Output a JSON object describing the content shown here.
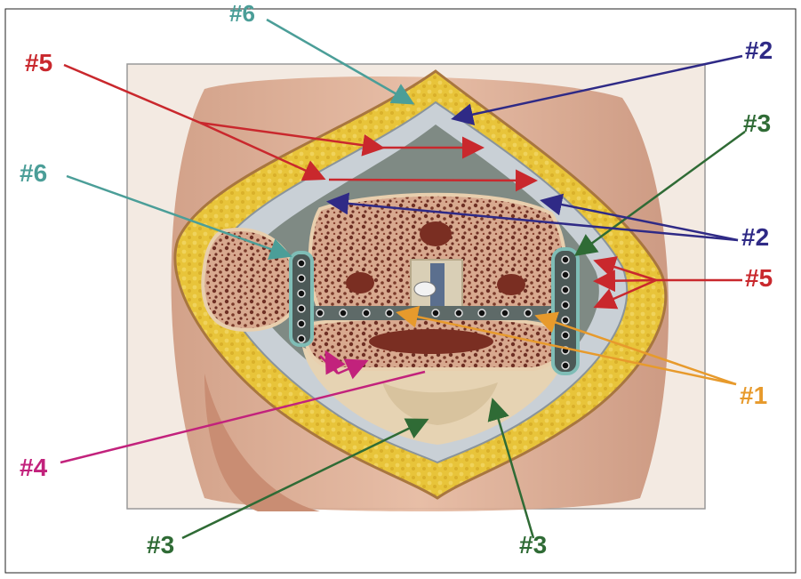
{
  "labels": [
    {
      "id": "l1",
      "text": "#1",
      "color": "#e79a2c"
    },
    {
      "id": "l2a",
      "text": "#2",
      "color": "#2f2a86"
    },
    {
      "id": "l2b",
      "text": "#2",
      "color": "#2f2a86"
    },
    {
      "id": "l3a",
      "text": "#3",
      "color": "#2f6b35"
    },
    {
      "id": "l3b",
      "text": "#3",
      "color": "#2f6b35"
    },
    {
      "id": "l3c",
      "text": "#3",
      "color": "#2f6b35"
    },
    {
      "id": "l4",
      "text": "#4",
      "color": "#c2227c"
    },
    {
      "id": "l5a",
      "text": "#5",
      "color": "#c9282d"
    },
    {
      "id": "l5b",
      "text": "#5",
      "color": "#c9282d"
    },
    {
      "id": "l6a",
      "text": "#6",
      "color": "#4b9e98"
    },
    {
      "id": "l6b",
      "text": "#6",
      "color": "#4b9e98"
    }
  ],
  "colors": {
    "fat": "#e8c43a",
    "fascia": "#c9d0d6",
    "bone": "#e5c7a8",
    "bone_pore": "#7a3a2a",
    "muscle": "#d9a98a",
    "plate": "#6d7a78"
  }
}
